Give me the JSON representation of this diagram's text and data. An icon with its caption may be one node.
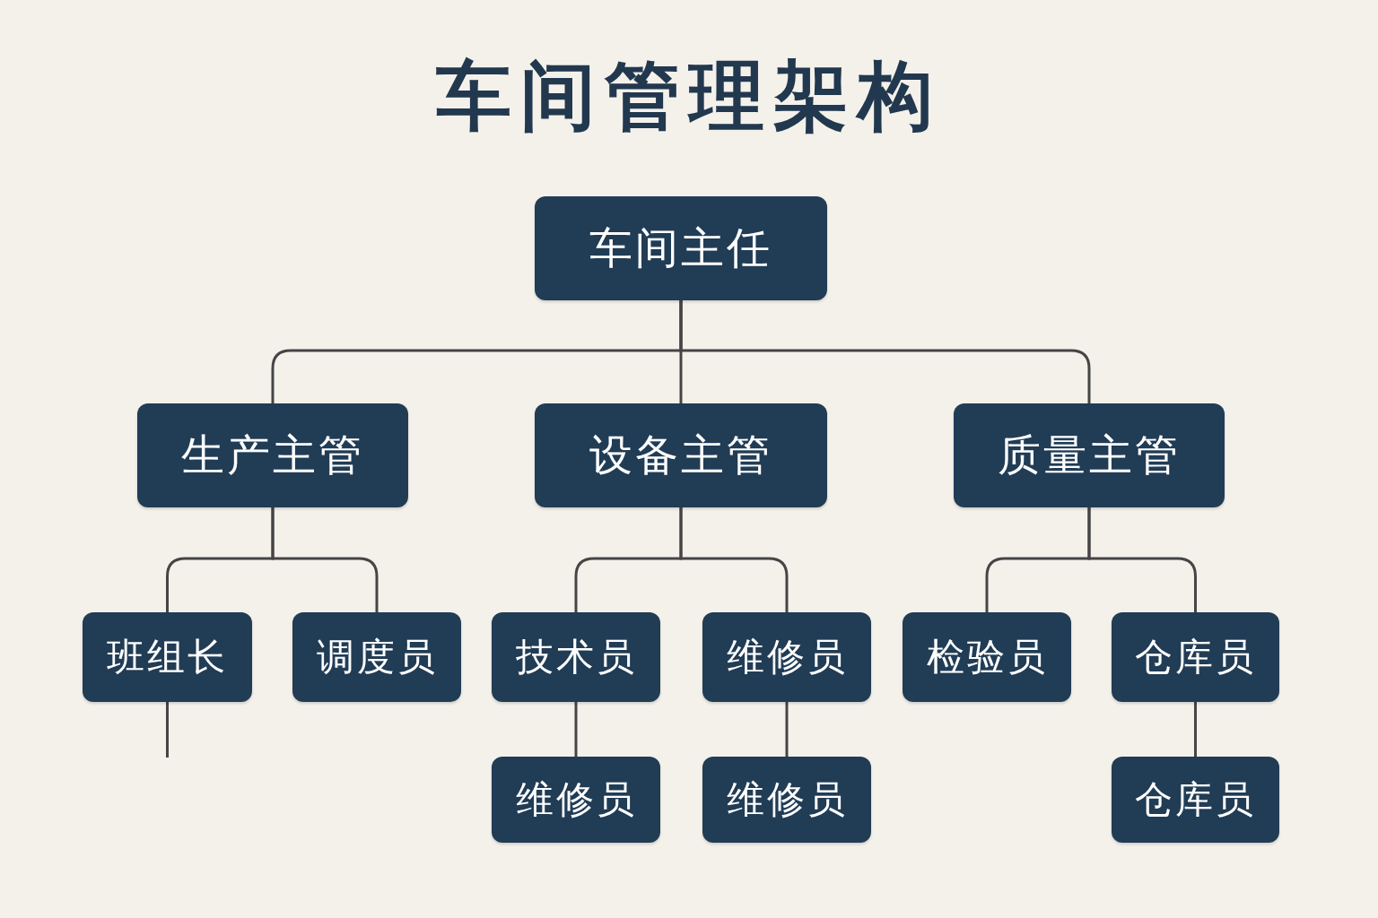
{
  "diagram": {
    "title": "车间管理架构",
    "nodes": [
      {
        "text": [
          "车间主任"
        ]
      },
      {
        "text": [
          "生产主管"
        ]
      },
      {
        "text": [
          "设备主管"
        ]
      },
      {
        "text": [
          "质量主管"
        ]
      },
      {
        "text": [
          "班组长"
        ]
      },
      {
        "text": [
          "调度员"
        ]
      },
      {
        "text": [
          "技术员"
        ]
      },
      {
        "text": [
          "维修员"
        ]
      },
      {
        "text": [
          "检验员"
        ]
      },
      {
        "text": [
          "仓库员"
        ]
      },
      {
        "text": [
          "维修员"
        ]
      },
      {
        "text": [
          "维修员"
        ]
      },
      {
        "text": [
          "仓库员"
        ]
      }
    ],
    "edges": [
      {
        "from": 0,
        "to": 1,
        "arrow": "none"
      },
      {
        "from": 0,
        "to": 2,
        "arrow": "none"
      },
      {
        "from": 0,
        "to": 3,
        "arrow": "none"
      },
      {
        "from": 1,
        "to": 4,
        "arrow": "none"
      },
      {
        "from": 1,
        "to": 5,
        "arrow": "none"
      },
      {
        "from": 2,
        "to": 6,
        "arrow": "none"
      },
      {
        "from": 2,
        "to": 7,
        "arrow": "none"
      },
      {
        "from": 3,
        "to": 8,
        "arrow": "none"
      },
      {
        "from": 3,
        "to": 9,
        "arrow": "none"
      },
      {
        "from": 6,
        "to": 10,
        "arrow": "none"
      },
      {
        "from": 7,
        "to": 11,
        "arrow": "none"
      },
      {
        "from": 9,
        "to": 12,
        "arrow": "none"
      },
      {
        "from": 4,
        "to": null,
        "arrow": "none"
      }
    ]
  }
}
